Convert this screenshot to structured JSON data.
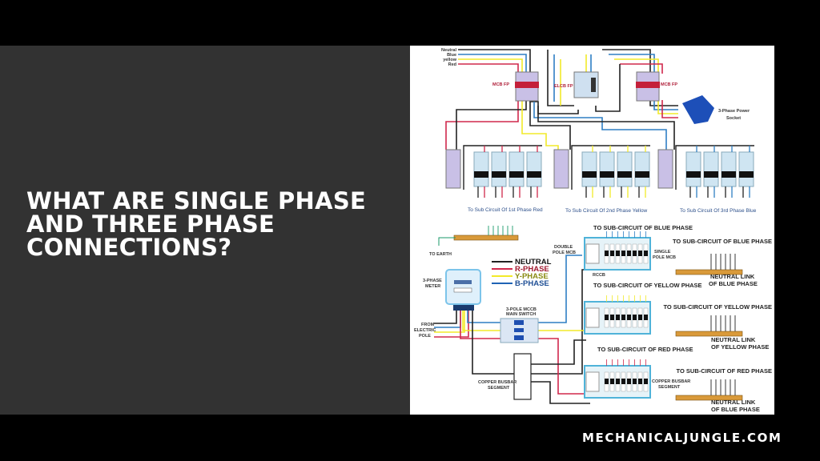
{
  "headline": "What are Single Phase and Three Phase Connections?",
  "site": "MECHANICALJUNGLE.COM",
  "colors": {
    "panel": "#323232",
    "band": "#000000",
    "neutral": "#222222",
    "red": "#d0284c",
    "yellow": "#f2ea2a",
    "blue": "#2f7fc4",
    "busbar": "#d99a3a"
  },
  "diagram": {
    "top": {
      "wire_labels": [
        "Neutral",
        "Blue",
        "yellow",
        "Red"
      ],
      "mcb_left": "MCB FP",
      "elcb": "ELCB FP",
      "mcb_right": "MCB FP",
      "socket": [
        "3-Phase Power",
        "Socket"
      ],
      "captions": [
        "To Sub Circuit Of 1st Phase Red",
        "To Sub Circuit Of 2nd Phase Yellow",
        "To Sub Circuit Of 3rd Phase Blue"
      ]
    },
    "bottom": {
      "to_earth": "TO EARTH",
      "legend": [
        "NEUTRAL",
        "R-PHASE",
        "Y-PHASE",
        "B-PHASE"
      ],
      "meter": [
        "3-PHASE",
        "METER"
      ],
      "from_pole": [
        "FROM",
        "ELECTRIC",
        "POLE"
      ],
      "main_switch": [
        "3-POLE MCCB",
        "MAIN SWITCH"
      ],
      "double_pole": [
        "DOUBLE",
        "POLE MCB"
      ],
      "single_pole": [
        "SINGLE",
        "POLE MCB"
      ],
      "rccb": "RCCB",
      "board_titles": [
        "TO SUB-CIRCUIT OF BLUE PHASE",
        "TO SUB-CIRCUIT OF YELLOW PHASE",
        "TO SUB-CIRCUIT OF RED PHASE"
      ],
      "right_titles": [
        "TO SUB-CIRCUIT OF BLUE PHASE",
        "TO SUB-CIRCUIT OF YELLOW PHASE",
        "TO SUB-CIRCUIT OF RED PHASE"
      ],
      "neutral_links": [
        [
          "NEUTRAL LINK",
          "OF BLUE PHASE"
        ],
        [
          "NEUTRAL LINK",
          "OF YELLOW PHASE"
        ],
        [
          "NEUTRAL LINK",
          "OF BLUE PHASE"
        ]
      ],
      "copper_busbar_left": [
        "COPPER BUSBAR",
        "SEGMENT"
      ],
      "copper_busbar_right": [
        "COPPER BUSBAR",
        "SEGMENT"
      ]
    }
  }
}
